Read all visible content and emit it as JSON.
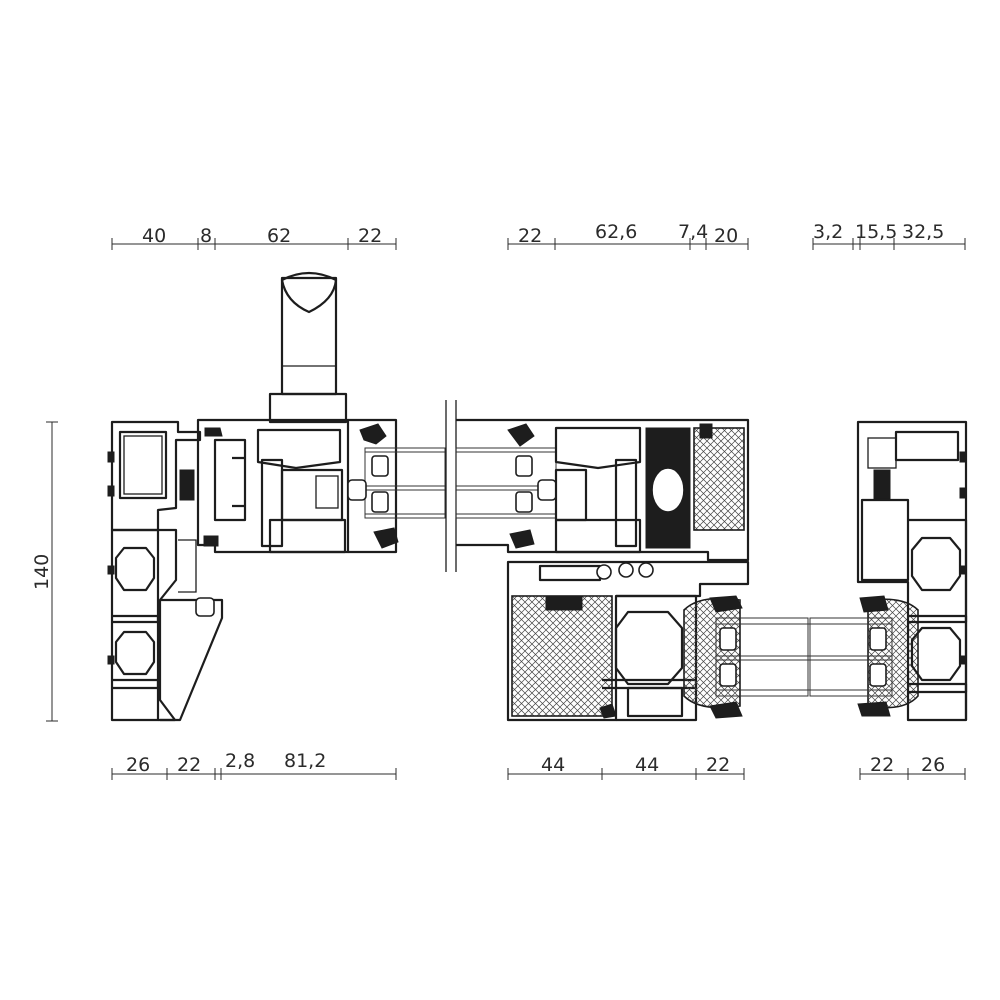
{
  "dimensions": {
    "top_left": [
      "40",
      "8",
      "62",
      "22"
    ],
    "top_middle": [
      "22",
      "62,6",
      "7,4",
      "20"
    ],
    "top_right": [
      "3,2",
      "15,5",
      "32,5"
    ],
    "bottom_left": [
      "26",
      "22",
      "2,8",
      "81,2"
    ],
    "bottom_middle": [
      "44",
      "44",
      "22"
    ],
    "bottom_right": [
      "22",
      "26"
    ],
    "height": "140"
  }
}
